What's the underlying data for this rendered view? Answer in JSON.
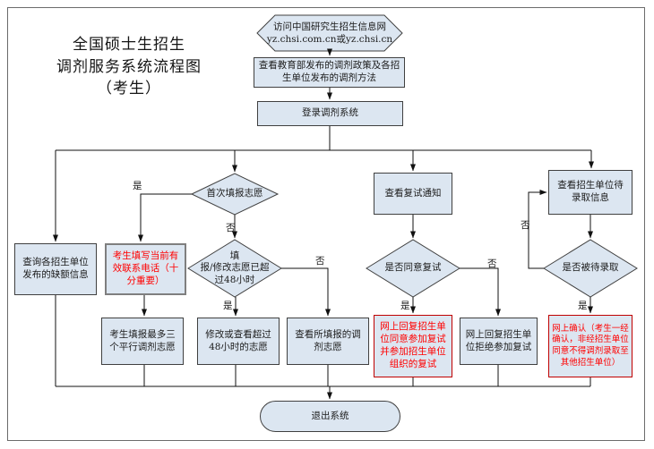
{
  "title": "全国硕士生招生\n调剂服务系统流程图\n（考生）",
  "labels": {
    "yes": "是",
    "no": "否"
  },
  "colors": {
    "node_fill": "#dce6f1",
    "node_border": "#404040",
    "red_text": "#ff0000",
    "red_border": "#c00000"
  },
  "nodes": {
    "visit": {
      "shape": "hexagon",
      "text": "访问中国研究生招生信息网\nyz.chsi.com.cn或yz.chsi.cn"
    },
    "policy": {
      "shape": "rect",
      "text": "查看教育部发布的调剂政策及各招\n生单位发布的调剂方法"
    },
    "login": {
      "shape": "rect",
      "text": "登录调剂系统"
    },
    "deficiency": {
      "shape": "rect",
      "text": "查询各招生单位\n发布的缺额信息"
    },
    "first_fill": {
      "shape": "diamond",
      "text": "首次填报志愿"
    },
    "phone": {
      "shape": "rect",
      "text": "考生填写当前有\n效联系电话（十\n分重要）"
    },
    "over48": {
      "shape": "diamond",
      "text": "填\n报/修改志愿已超\n过48小时"
    },
    "fill_three": {
      "shape": "rect",
      "text": "考生填报最多三\n个平行调剂志愿"
    },
    "modify_over48": {
      "shape": "rect",
      "text": "修改或查看超过\n48小时的志愿"
    },
    "view_filled": {
      "shape": "rect",
      "text": "查看所填报的调\n剂志愿"
    },
    "retest_notice": {
      "shape": "rect",
      "text": "查看复试通知"
    },
    "agree_retest": {
      "shape": "diamond",
      "text": "是否同意复试"
    },
    "reply_agree": {
      "shape": "rect",
      "text": "网上回复招生单\n位同意参加复试\n并参加招生单位\n组织的复试"
    },
    "reply_refuse": {
      "shape": "rect",
      "text": "网上回复招生单\n位拒绝参加复试"
    },
    "pending_info": {
      "shape": "rect",
      "text": "查看招生单位待\n录取信息"
    },
    "is_pending": {
      "shape": "diamond",
      "text": "是否被待录取"
    },
    "confirm": {
      "shape": "rect",
      "text": "网上确认（考生一经\n确认，非经招生单位\n同意不得调剂录取至\n其他招生单位）"
    },
    "exit": {
      "shape": "oval",
      "text": "退出系统"
    }
  }
}
